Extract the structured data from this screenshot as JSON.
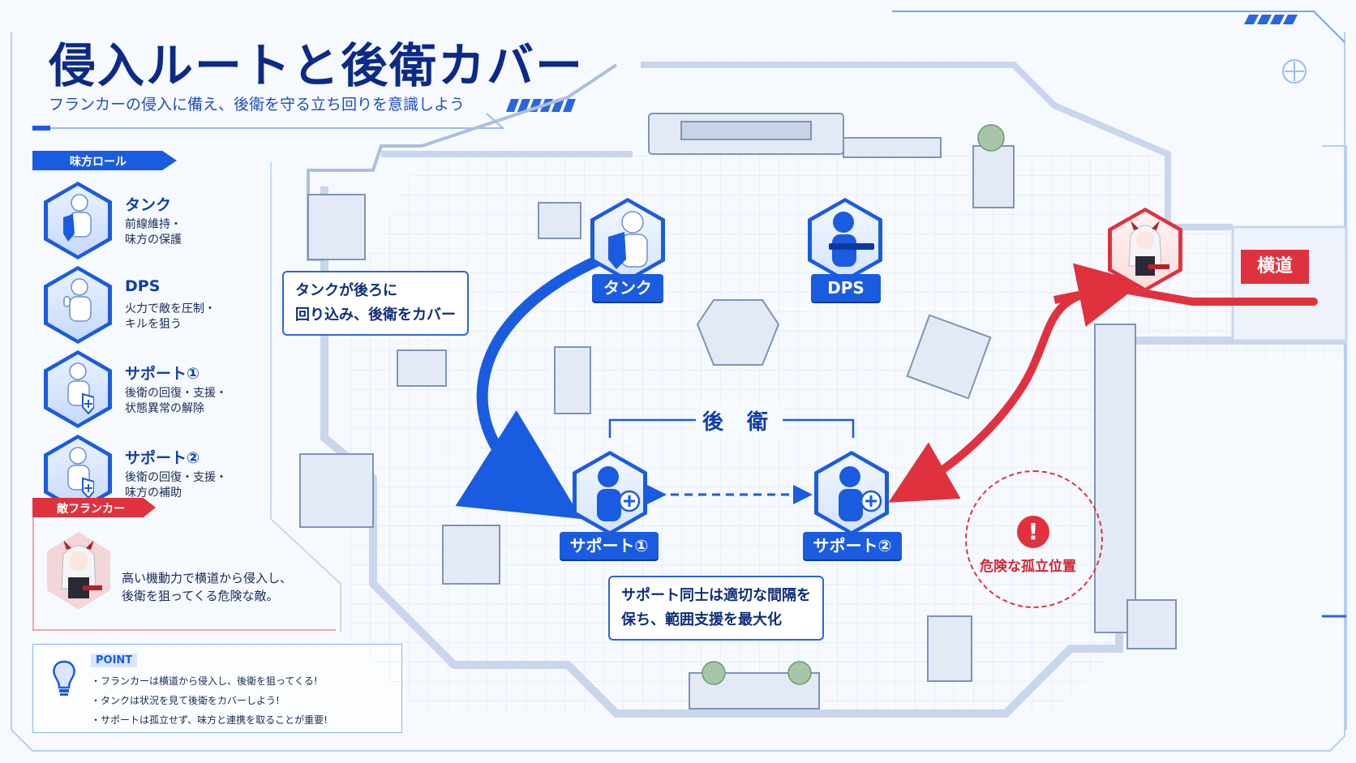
{
  "title": "侵入ルートと後衛カバー",
  "subtitle": "フランカーの侵入に備え、後衛を守る立ち回りを意識しよう",
  "roles_header": "味方ロール",
  "roles": [
    {
      "name": "タンク",
      "desc1": "前線維持・",
      "desc2": "味方の保護",
      "icon": "shield-figure-icon"
    },
    {
      "name": "DPS",
      "desc1": "火力で敵を圧制・",
      "desc2": "キルを狙う",
      "icon": "thumbs-up-figure-icon"
    },
    {
      "name": "サポート①",
      "desc1": "後衛の回復・支援・",
      "desc2": "状態異常の解除",
      "icon": "support-plus-icon"
    },
    {
      "name": "サポート②",
      "desc1": "後衛の回復・支援・",
      "desc2": "味方の補助",
      "icon": "support-plus-icon"
    }
  ],
  "enemy_header": "敵フランカー",
  "enemy_desc1": "高い機動力で横道から侵入し、",
  "enemy_desc2": "後衛を狙ってくる危険な敵。",
  "point": {
    "heading": "POINT",
    "items": [
      "フランカーは横道から侵入し、後衛を狙ってくる!",
      "タンクは状況を見て後衛をカバーしよう!",
      "サポートは孤立せず、味方と連携を取ることが重要!"
    ]
  },
  "map": {
    "tank_label": "タンク",
    "dps_label": "DPS",
    "support1_label": "サポート①",
    "support2_label": "サポート②",
    "backline_label": "後 衛",
    "callout_tank_1": "タンクが後ろに",
    "callout_tank_2": "回り込み、後衛をカバー",
    "callout_support_1": "サポート同士は適切な間隔を",
    "callout_support_2": "保ち、範囲支援を最大化",
    "side_path_label": "横道",
    "danger_label": "危険な孤立位置",
    "danger_icon": "!"
  },
  "colors": {
    "ally": "#1a5ce0",
    "enemy": "#e0323e",
    "title": "#0c2a86"
  }
}
